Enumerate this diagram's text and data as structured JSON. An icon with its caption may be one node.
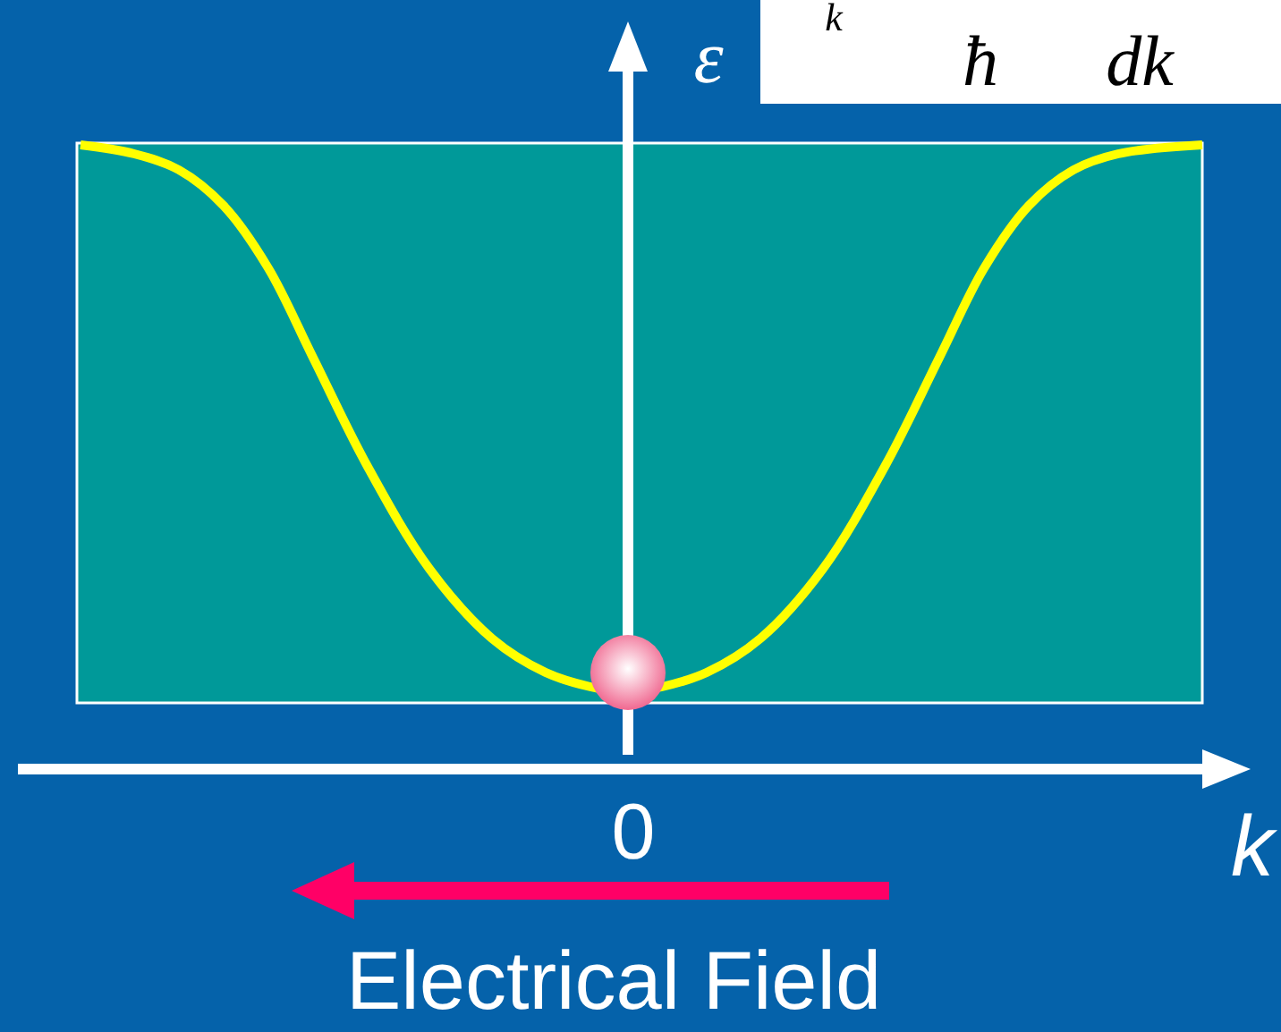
{
  "diagram": {
    "labels": [
      "ε",
      "k",
      "ħ",
      "dk",
      "0",
      "k",
      "Electrical Field"
    ]
  }
}
